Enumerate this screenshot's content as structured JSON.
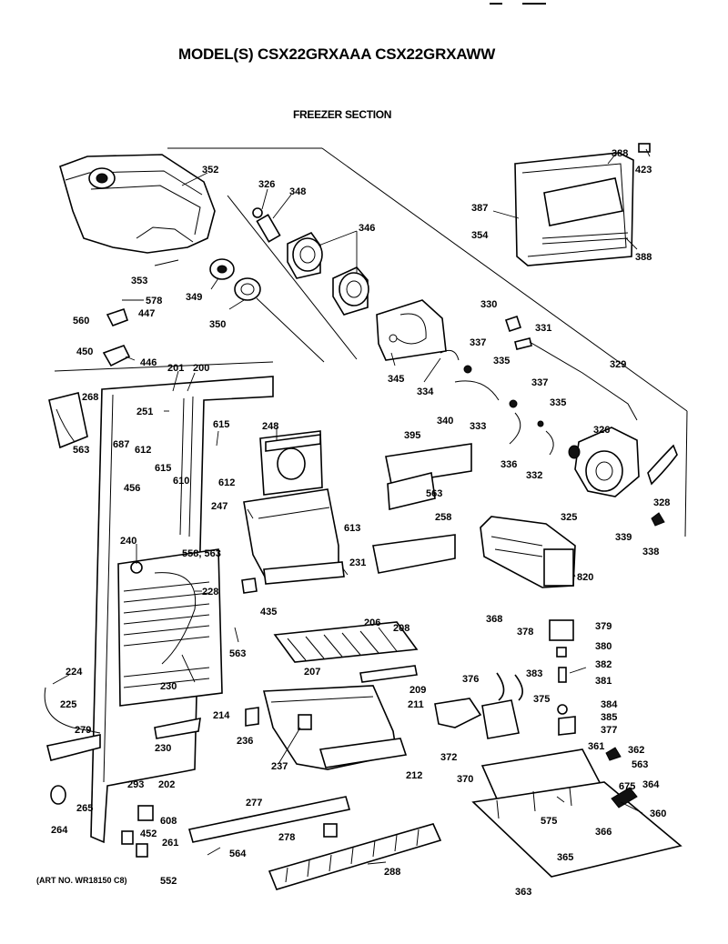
{
  "header": {
    "title": "MODEL(S) CSX22GRXAAA  CSX22GRXAWW",
    "subtitle": "FREEZER SECTION"
  },
  "footer": {
    "art_number": "(ART NO. WR18150 C8)"
  },
  "callouts": [
    "352",
    "326",
    "348",
    "346",
    "388",
    "423",
    "387",
    "354",
    "388",
    "353",
    "349",
    "350",
    "578",
    "447",
    "560",
    "450",
    "446",
    "345",
    "330",
    "331",
    "337",
    "334",
    "335",
    "329",
    "201",
    "200",
    "268",
    "251",
    "563",
    "687",
    "612",
    "615",
    "615",
    "610",
    "248",
    "340",
    "333",
    "337",
    "335",
    "395",
    "326",
    "456",
    "612",
    "247",
    "613",
    "563",
    "336",
    "332",
    "328",
    "325",
    "339",
    "338",
    "240",
    "558, 563",
    "258",
    "231",
    "820",
    "228",
    "435",
    "368",
    "378",
    "379",
    "380",
    "206",
    "208",
    "563",
    "382",
    "383",
    "381",
    "224",
    "207",
    "209",
    "376",
    "375",
    "384",
    "385",
    "377",
    "230",
    "211",
    "214",
    "225",
    "279",
    "372",
    "236",
    "361",
    "362",
    "563",
    "230",
    "237",
    "212",
    "370",
    "675",
    "364",
    "202",
    "293",
    "265",
    "277",
    "608",
    "264",
    "360",
    "575",
    "366",
    "452",
    "261",
    "278",
    "365",
    "564",
    "552",
    "288",
    "363"
  ],
  "colors": {
    "ink": "#000000",
    "paper": "#ffffff"
  }
}
